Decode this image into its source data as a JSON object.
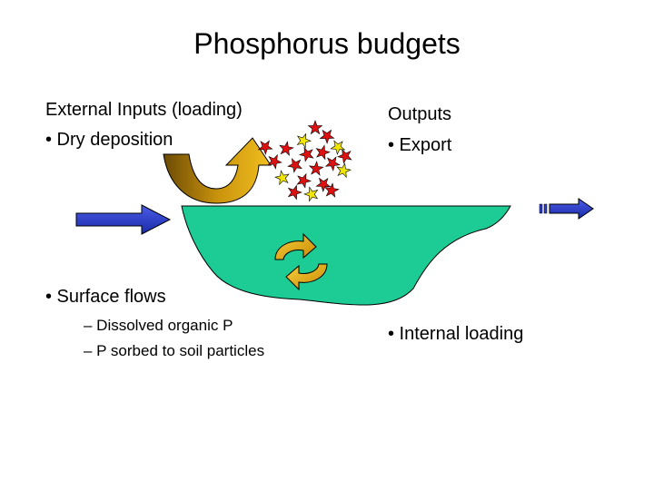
{
  "slide": {
    "title": "Phosphorus budgets",
    "inputs_heading": "External Inputs (loading)",
    "bullet_dry_deposition": "•  Dry deposition",
    "outputs_heading": "Outputs",
    "bullet_export": "•  Export",
    "bullet_surface_flows": "•  Surface flows",
    "sub_dissolved": "–  Dissolved organic P",
    "sub_sorbed": "–  P sorbed to soil particles",
    "bullet_internal_loading": "•  Internal loading"
  },
  "colors": {
    "lake": "#1ccc94",
    "inflow_arrow": "#2a3cc8",
    "curved_arrow": "#b8860b",
    "cycle_arrow": "#f2a900",
    "particle_red": "#dd1111",
    "particle_yellow": "#f2e600"
  }
}
